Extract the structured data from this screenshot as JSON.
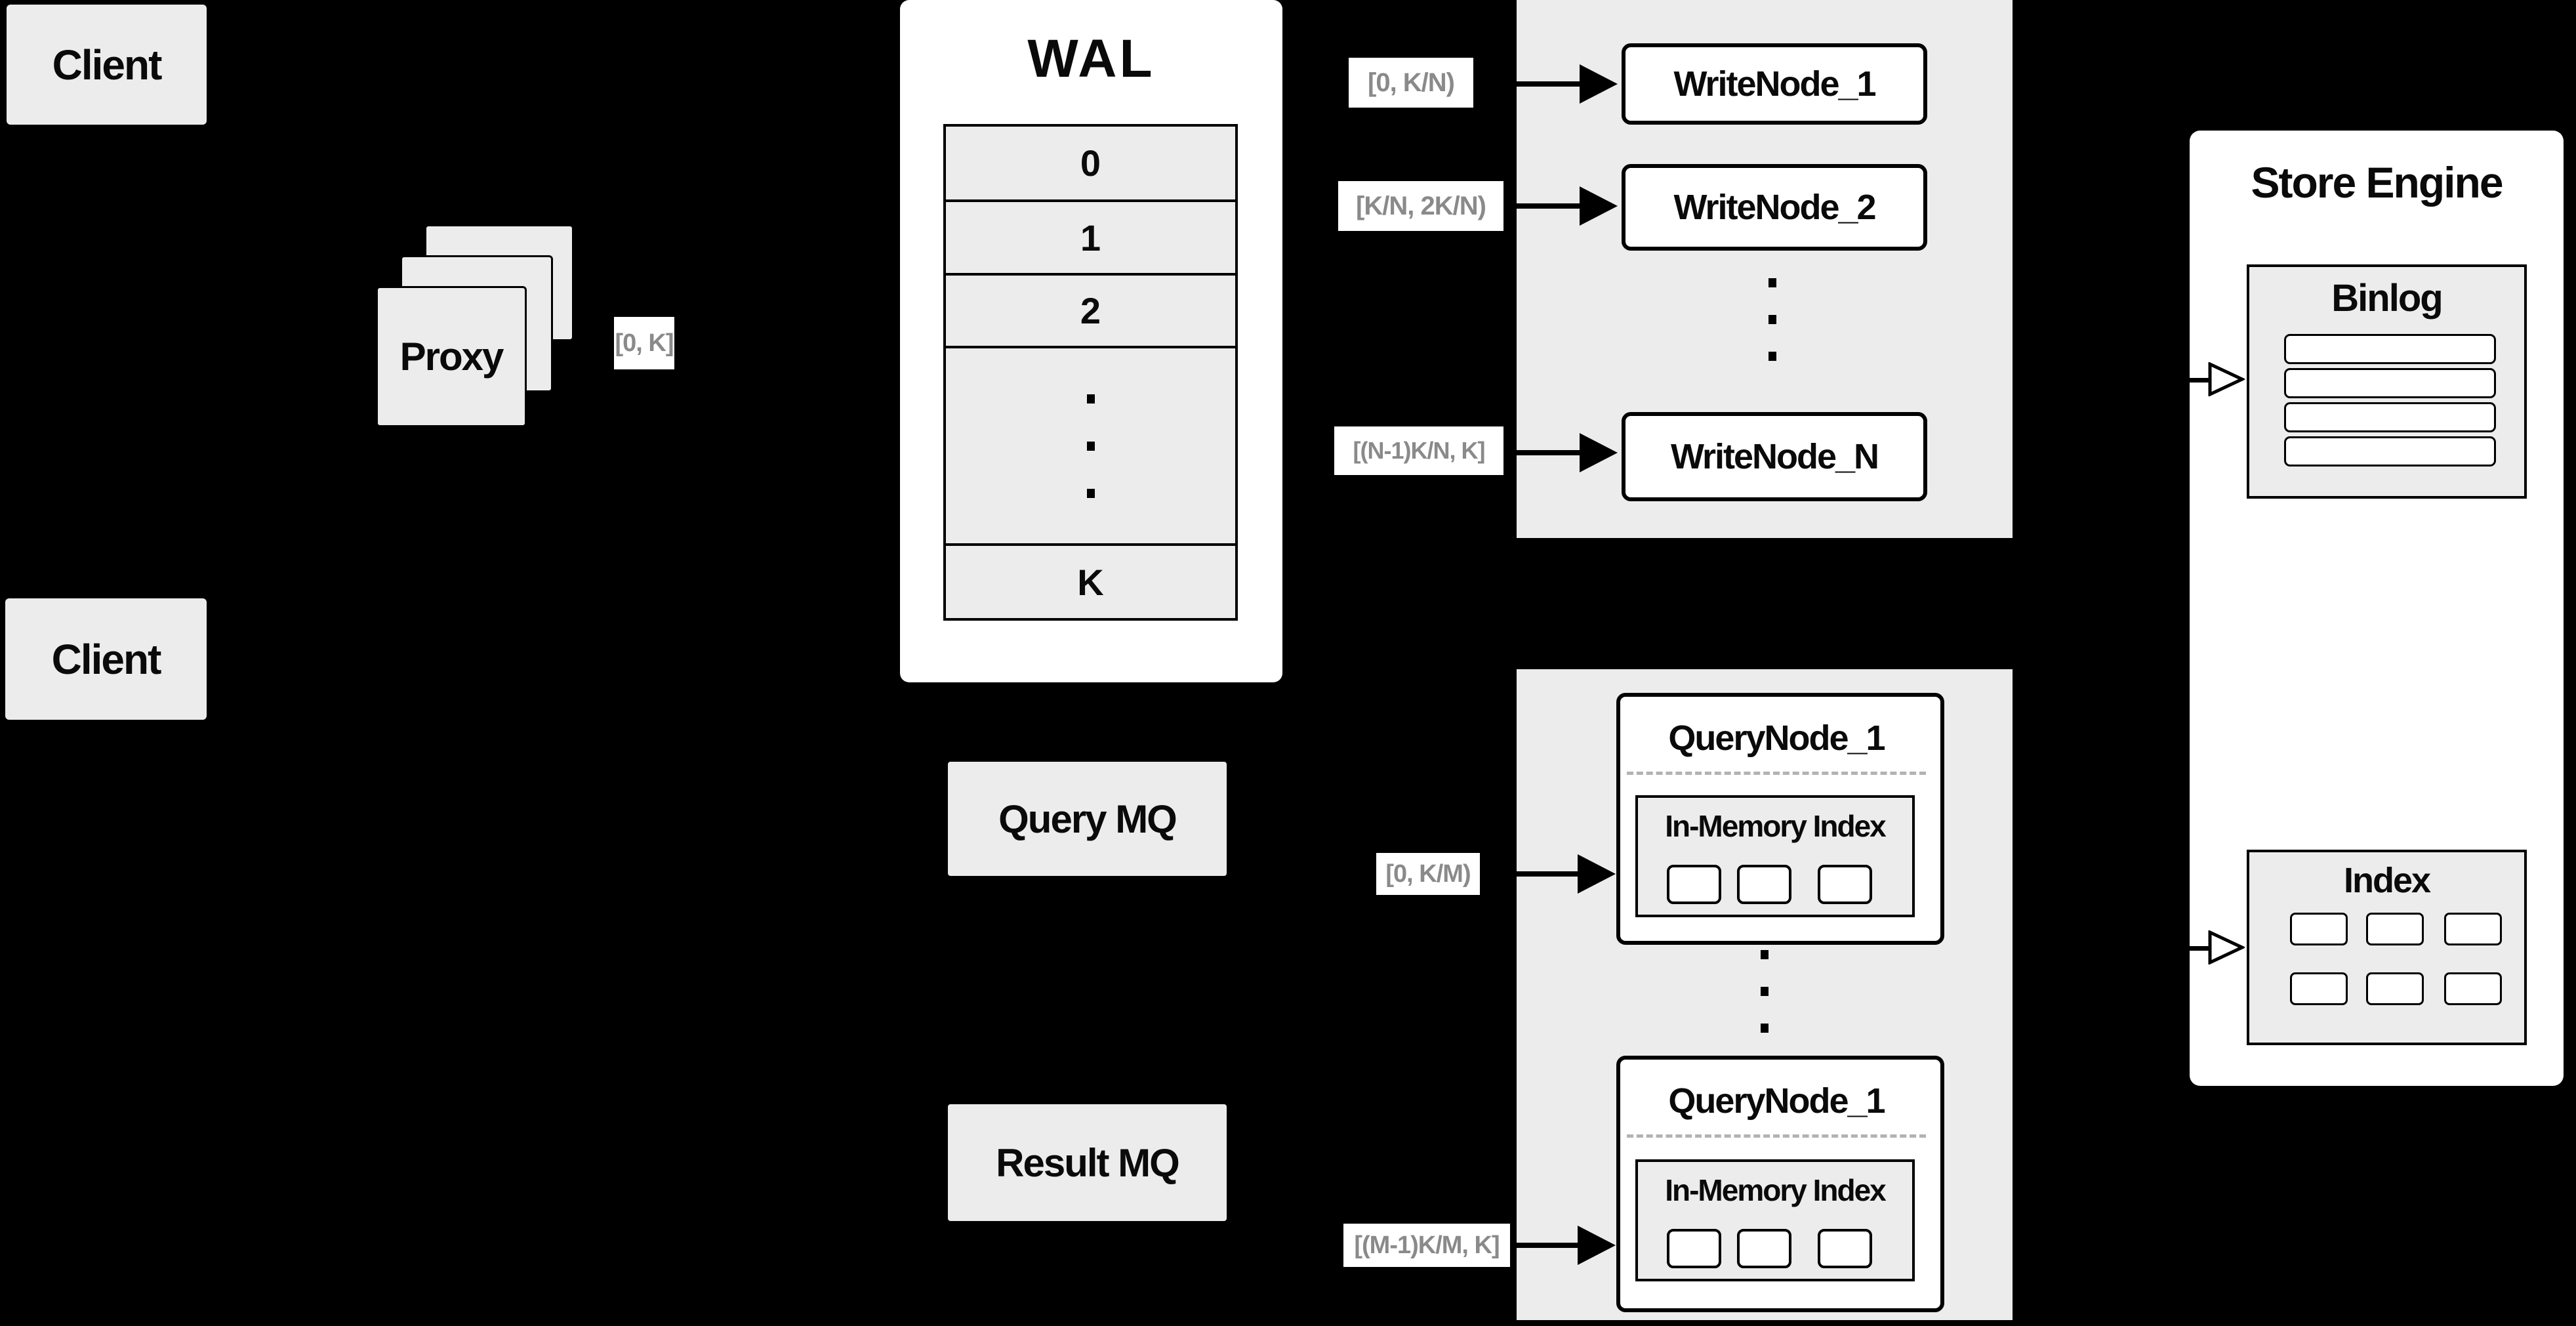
{
  "background": "#000000",
  "palette": {
    "panel_gray": "#ececec",
    "panel_white": "#ffffff",
    "line_black": "#000000",
    "range_text_gray": "#8a8a8a",
    "dashed_divider_gray": "#b3b3b3"
  },
  "clients": {
    "top": "Client",
    "middle": "Client"
  },
  "proxy": {
    "label": "Proxy",
    "range": "[0, K]"
  },
  "wal": {
    "title": "WAL",
    "segments": [
      "0",
      "1",
      "2",
      "K"
    ],
    "ellipsis": "⋮"
  },
  "write_group": {
    "ranges": [
      "[0, K/N)",
      "[K/N, 2K/N)",
      "[(N-1)K/N, K]"
    ],
    "nodes": [
      "WriteNode_1",
      "WriteNode_2",
      "WriteNode_N"
    ],
    "ellipsis": "⋮"
  },
  "mq": {
    "query": "Query MQ",
    "result": "Result MQ"
  },
  "query_group": {
    "ranges": [
      "[0, K/M)",
      "[(M-1)K/M, K]"
    ],
    "nodes": [
      {
        "title": "QueryNode_1",
        "inner": "In-Memory Index"
      },
      {
        "title": "QueryNode_1",
        "inner": "In-Memory Index"
      }
    ],
    "ellipsis": "⋮"
  },
  "store_engine": {
    "title": "Store Engine",
    "binlog_title": "Binlog",
    "index_title": "Index"
  },
  "icons": {
    "solid_arrow": "solid right arrowhead",
    "open_arrow": "open right arrowhead",
    "vertical_dots": "vertical ellipsis"
  }
}
